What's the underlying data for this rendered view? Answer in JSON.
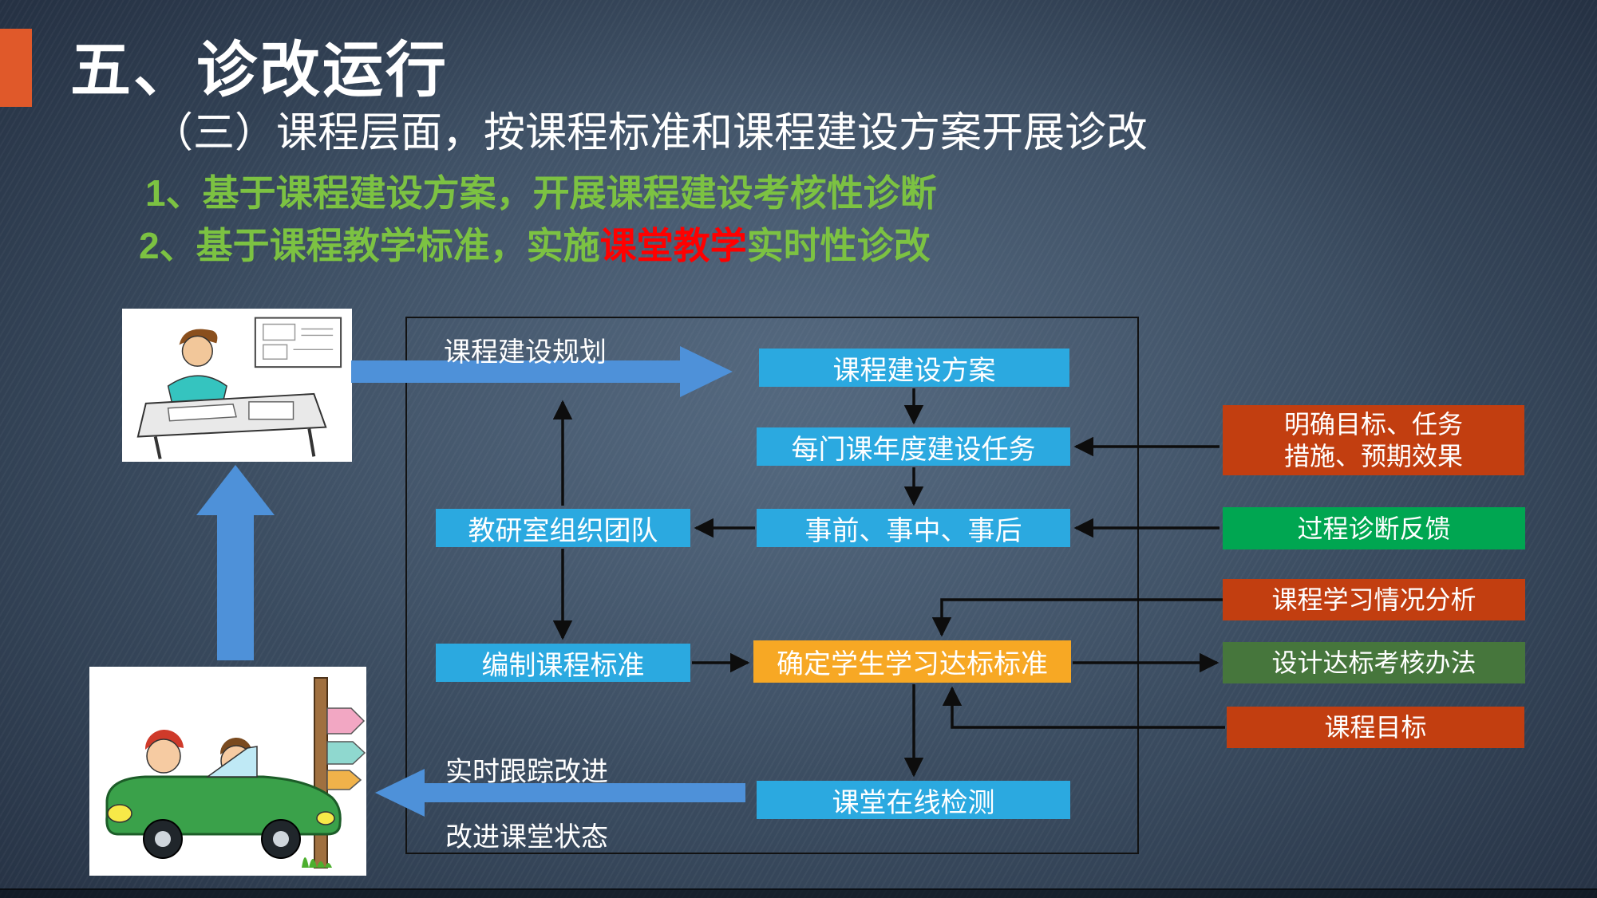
{
  "header": {
    "title": "五、诊改运行",
    "subtitle": "（三）课程层面，按课程标准和课程建设方案开展诊改",
    "bullet1": "1、基于课程建设方案，开展课程建设考核性诊断",
    "bullet2": {
      "prefix": "2、基于课程教学标准，实施",
      "highlight": "课堂教学",
      "suffix": "实时性诊改"
    }
  },
  "flowchart": {
    "plan_label": "课程建设规划",
    "boxes": {
      "plan_scheme": "课程建设方案",
      "annual_tasks": "每门课年度建设任务",
      "stages": "事前、事中、事后",
      "team": "教研室组织团队",
      "course_standard": "编制课程标准",
      "attainment_standard": "确定学生学习达标标准",
      "online_check": "课堂在线检测"
    },
    "feedback_labels": {
      "realtime_track": "实时跟踪改进",
      "improve_state": "改进课堂状态"
    }
  },
  "side_panels": {
    "clarify_goals": {
      "line1": "明确目标、任务",
      "line2": "措施、预期效果"
    },
    "process_feedback": "过程诊断反馈",
    "learning_analysis": "课程学习情况分析",
    "assessment_design": "设计达标考核办法",
    "course_goal": "课程目标"
  },
  "colors": {
    "accent_orange": "#E0592A",
    "box_blue": "#2BA9E0",
    "box_orange": "#F7A824",
    "box_red": "#C23E10",
    "box_green": "#00A651",
    "box_dark_green": "#46763C",
    "big_arrow_blue": "#4E91D9",
    "bullet_green": "#7CC242",
    "highlight_red": "#FF0000",
    "background_slate": "#394A5E"
  }
}
